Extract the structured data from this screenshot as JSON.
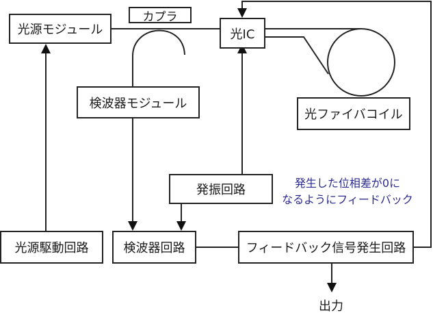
{
  "diagram": {
    "blocks": {
      "light_source_module": "光源モジュール",
      "coupler": "カプラ",
      "optical_ic": "光IC",
      "fiber_coil": "光ファイバコイル",
      "detector_module": "検波器モジュール",
      "oscillator": "発振回路",
      "light_source_driver": "光源駆動回路",
      "detector_circuit": "検波器回路",
      "feedback_generator": "フィードバック信号発生回路"
    },
    "output_label": "出力",
    "annotation": {
      "line1": "発生した位相差が0に",
      "line2": "なるようにフィードバック"
    },
    "colors": {
      "line": "#222222",
      "annotation": "#2b2a8c"
    }
  }
}
